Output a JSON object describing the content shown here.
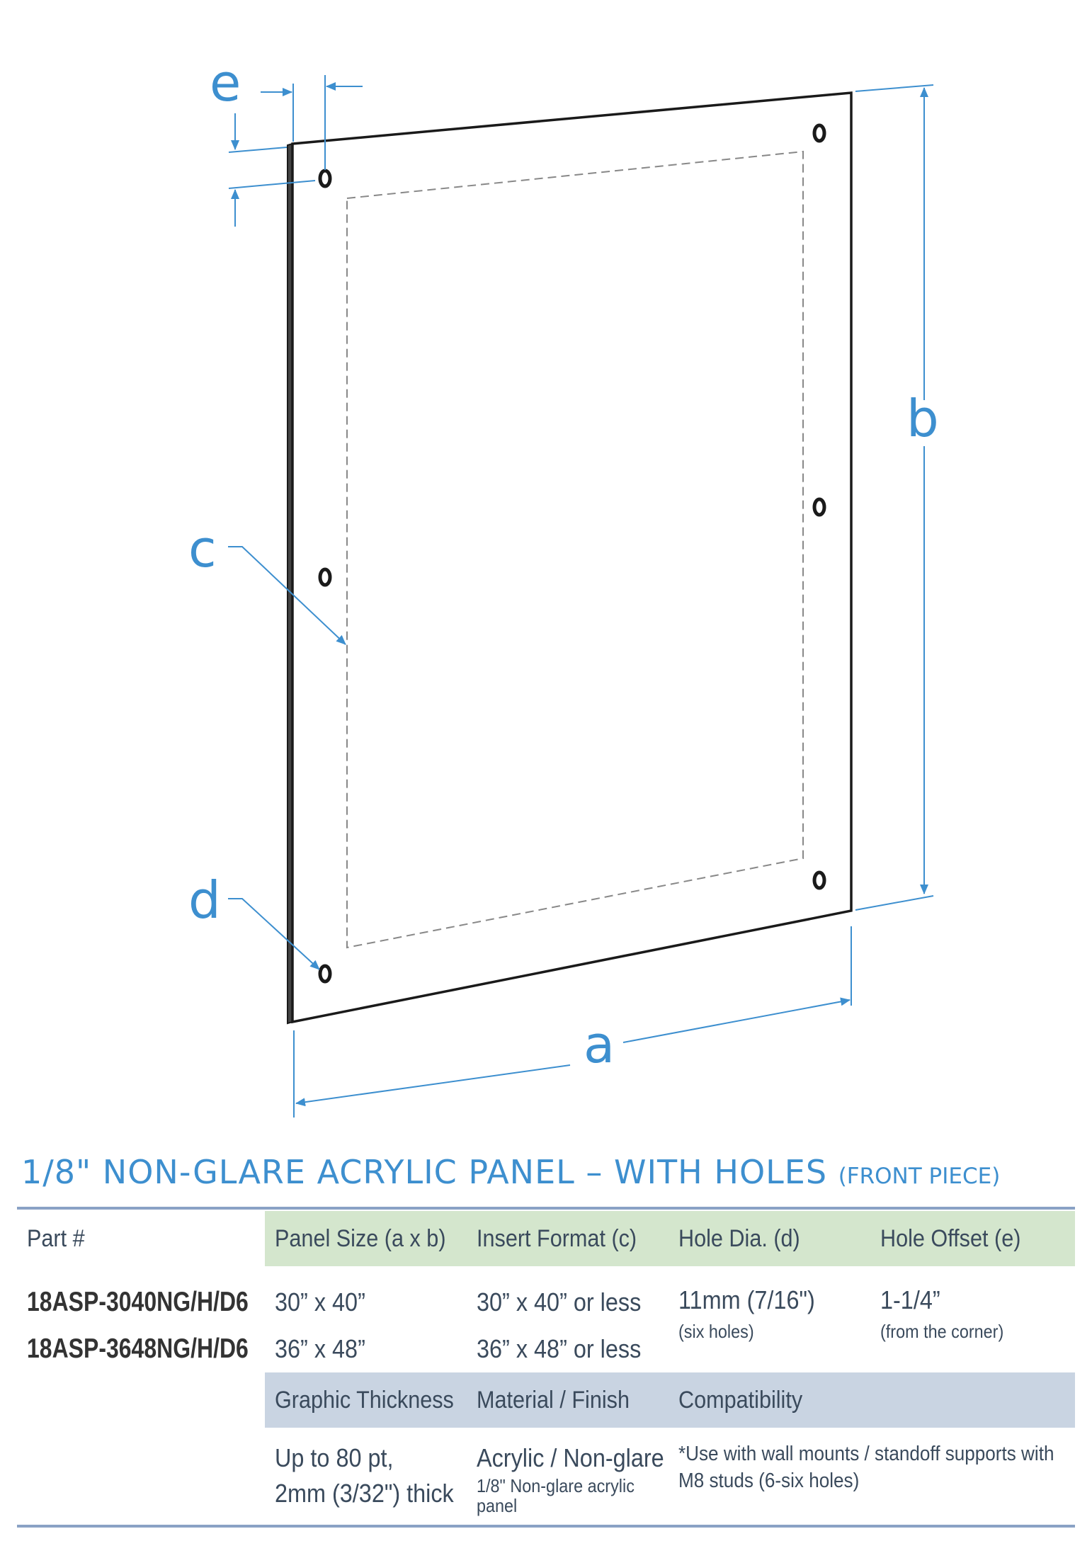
{
  "diagram": {
    "labels": {
      "a": "a",
      "b": "b",
      "c": "c",
      "d": "d",
      "e": "e"
    },
    "colors": {
      "dimension": "#3d8fcf",
      "outline": "#1a1a1a",
      "dashed": "#888888"
    }
  },
  "title": {
    "main": "1/8\" NON-GLARE ACRYLIC PANEL – WITH HOLES",
    "suffix": "(FRONT PIECE)"
  },
  "table": {
    "part_header": "Part #",
    "parts": [
      "18ASP-3040NG/H/D6",
      "18ASP-3648NG/H/D6"
    ],
    "headers1": [
      "Panel Size (a x b)",
      "Insert Format (c)",
      "Hole Dia. (d)",
      "Hole Offset (e)"
    ],
    "panel_size": [
      "30” x 40”",
      "36” x 48”"
    ],
    "insert_format": [
      "30” x 40” or less",
      "36” x 48” or less"
    ],
    "hole_dia": {
      "value": "11mm (7/16\")",
      "note": "(six holes)"
    },
    "hole_offset": {
      "value": "1-1/4”",
      "note": "(from the corner)"
    },
    "headers2": [
      "Graphic Thickness",
      "Material / Finish",
      "Compatibility"
    ],
    "graphic_thickness": [
      "Up to 80 pt,",
      "2mm (3/32\") thick"
    ],
    "material": {
      "value": "Acrylic / Non-glare",
      "note": [
        "1/8\" Non-glare acrylic",
        "panel"
      ]
    },
    "compatibility": [
      "*Use with wall mounts / standoff supports with",
      "M8 studs (6-six holes)"
    ],
    "colors": {
      "header_green": "#d4e6cd",
      "header_blue": "#c9d4e2",
      "rule": "#8aa2c5",
      "title": "#3d8fcf"
    }
  }
}
